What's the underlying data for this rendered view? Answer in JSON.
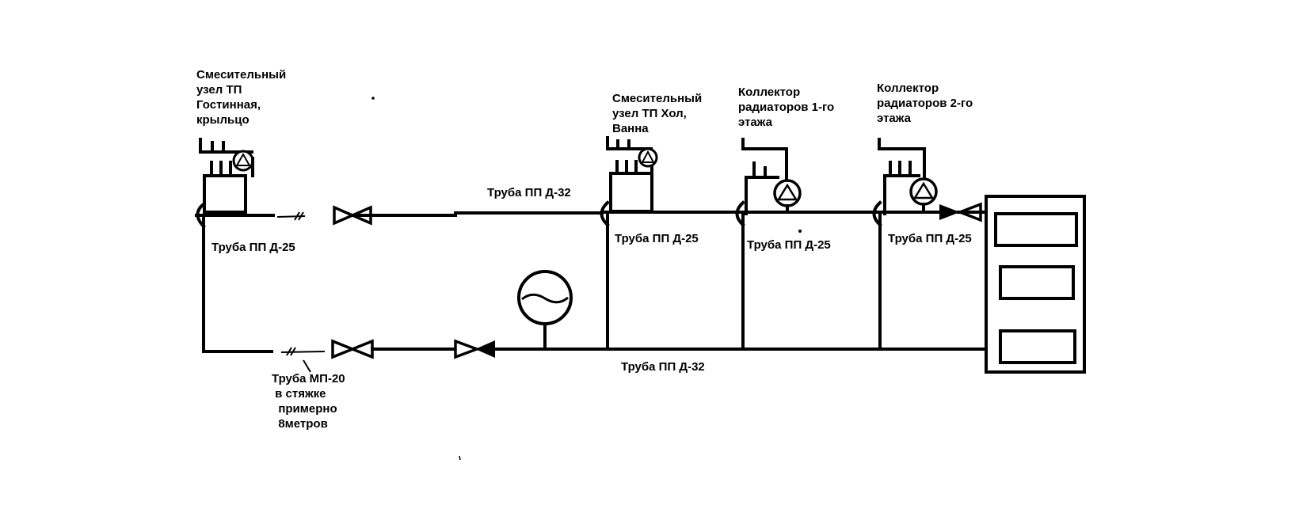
{
  "labels": {
    "mixing_node_living": [
      "Смесительный",
      "узел ТП",
      "Гостинная,",
      "крыльцо"
    ],
    "mixing_node_hall": [
      "Смесительный",
      "узел ТП  Хол,",
      "Ванна"
    ],
    "collector_floor1": [
      "Коллектор",
      "радиаторов 1-го",
      "этажа"
    ],
    "collector_floor2": [
      "Коллектор",
      "радиаторов 2-го",
      "этажа"
    ],
    "pipe_supply_main": "Труба ПП Д-32",
    "pipe_return_main": "Труба ПП Д-32",
    "pipe_branch_living": "Труба ПП Д-25",
    "pipe_branch_hall": "Труба ПП Д-25",
    "pipe_branch_floor1": "Труба ПП Д-25",
    "pipe_branch_floor2": "Труба ПП Д-25",
    "pipe_mp": [
      "Труба МП-20",
      " в стяжке",
      "  примерно",
      "  8метров"
    ]
  },
  "colors": {
    "line": "#000000",
    "background": "#ffffff"
  }
}
